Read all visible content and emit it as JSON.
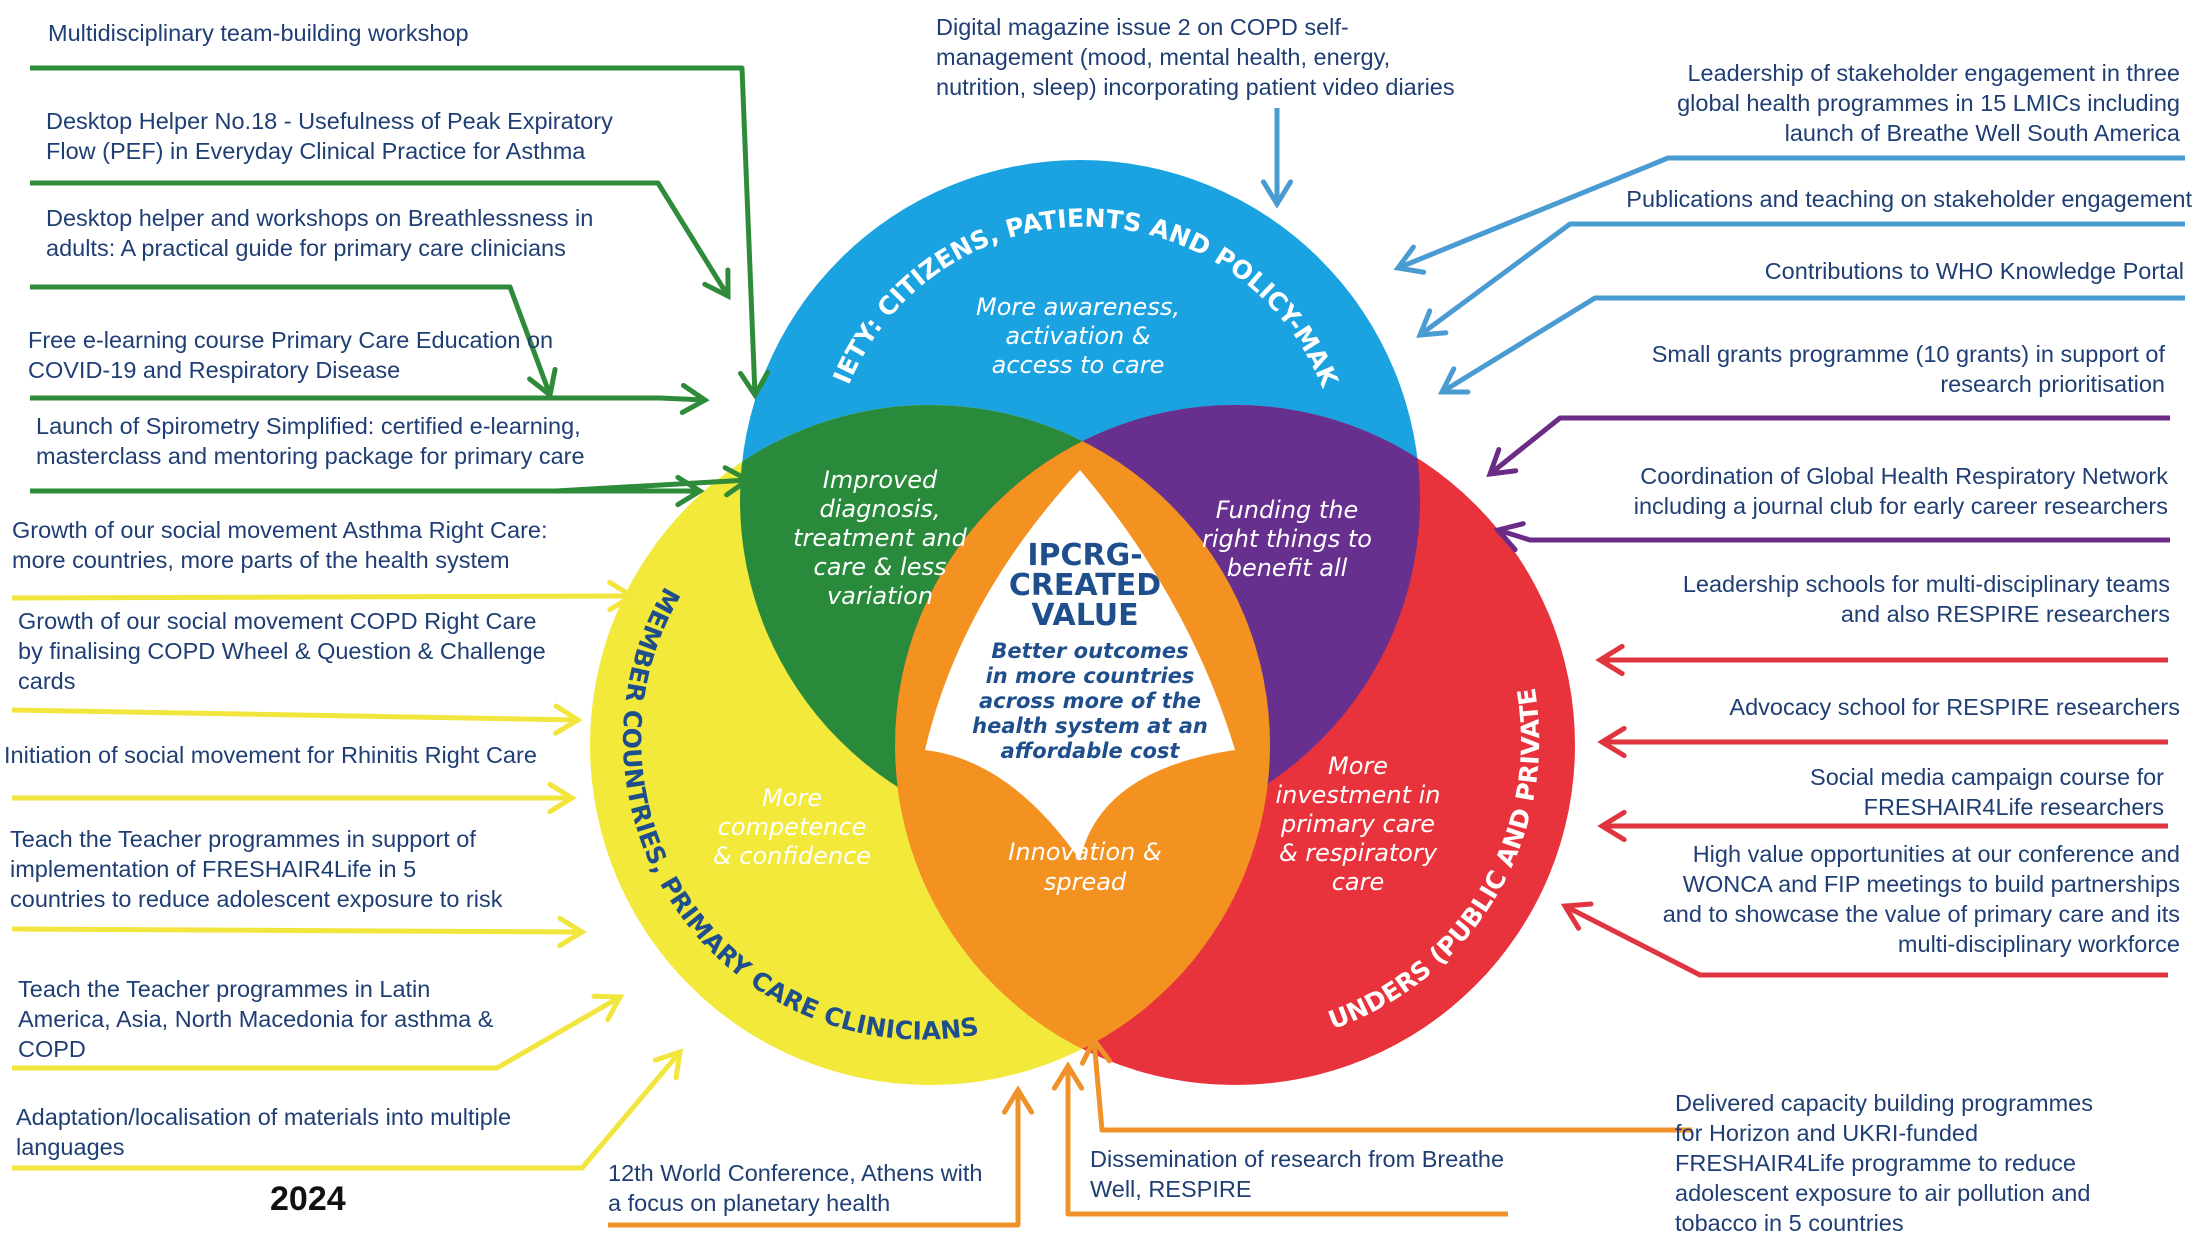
{
  "year_label": "2024",
  "colors": {
    "blue": "#1aa3e0",
    "yellow": "#f2e93a",
    "red": "#e8333c",
    "green": "#2a8a3c",
    "purple": "#67308f",
    "orange": "#f39121",
    "navy": "#1f3e74",
    "arrow_green": "#2e8b3a",
    "arrow_yellow": "#f2e53d",
    "arrow_blue": "#4a9bd2",
    "arrow_purple": "#6b2c86",
    "arrow_red": "#e0353f",
    "arrow_orange": "#f0922a"
  },
  "venn": {
    "society_arc": "SOCIETY: CITIZENS, PATIENTS AND POLICY-MAKERS",
    "members_arc": "MEMBER COUNTRIES, PRIMARY CARE CLINICIANS",
    "funders_arc": "FUNDERS (PUBLIC AND PRIVATE)",
    "society_text": [
      "More awareness,",
      "activation &",
      "access to care"
    ],
    "members_text": [
      "More",
      "competence",
      "& confidence"
    ],
    "funders_text": [
      "More",
      "investment in",
      "primary care",
      "& respiratory",
      "care"
    ],
    "green_text": [
      "Improved",
      "diagnosis,",
      "treatment and",
      "care & less",
      "variation"
    ],
    "purple_text": [
      "Funding the",
      "right things to",
      "benefit all"
    ],
    "orange_text": [
      "Innovation &",
      "spread"
    ],
    "center_title": [
      "IPCRG-",
      "CREATED",
      "VALUE"
    ],
    "center_sub": [
      "Better outcomes",
      "in more countries",
      "across more of the",
      "health system at an",
      "affordable cost"
    ]
  },
  "left_items": [
    "Multidisciplinary team-building workshop",
    "Desktop Helper No.18 - Usefulness of Peak Expiratory\nFlow (PEF) in Everyday Clinical Practice for Asthma",
    "Desktop helper and workshops on Breathlessness in\nadults: A practical guide for primary care clinicians",
    "Free e-learning course Primary Care Education on\nCOVID-19 and Respiratory Disease",
    "Launch of Spirometry Simplified: certified e-learning,\nmasterclass and mentoring package for primary care",
    "Growth of our social movement Asthma Right Care:\nmore countries, more parts of the health system",
    "Growth of our social movement COPD  Right Care\nby finalising COPD Wheel & Question & Challenge\ncards",
    "Initiation of social movement for Rhinitis Right Care",
    "Teach the Teacher programmes in support of\nimplementation of FRESHAIR4Life in 5\ncountries to reduce adolescent exposure to risk",
    "Teach the Teacher programmes in Latin\nAmerica, Asia, North Macedonia for asthma &\nCOPD",
    "Adaptation/localisation of materials into multiple\nlanguages"
  ],
  "top_item": "Digital magazine issue 2 on COPD self-\nmanagement (mood, mental health, energy,\nnutrition, sleep) incorporating patient video diaries",
  "right_items": [
    "Leadership of stakeholder engagement in three\nglobal health programmes in 15 LMICs including\nlaunch of Breathe Well South America",
    "Publications and teaching on stakeholder engagement",
    "Contributions to WHO Knowledge Portal",
    "Small grants programme (10 grants) in support of\nresearch prioritisation",
    "Coordination of Global Health Respiratory Network\nincluding a journal club for early career researchers",
    "Leadership schools for multi-disciplinary teams\nand also RESPIRE researchers",
    "Advocacy school for RESPIRE researchers",
    "Social media campaign course for\nFRESHAIR4Life researchers",
    "High value opportunities at our conference and\nWONCA and FIP meetings to build partnerships\nand to showcase the value of primary care and its\nmulti-disciplinary workforce"
  ],
  "bottom_items": [
    "12th World Conference, Athens with\na focus on planetary health",
    "Dissemination of research from Breathe\nWell, RESPIRE",
    "Delivered capacity building programmes\nfor Horizon and UKRI-funded\nFRESHAIR4Life programme to reduce\nadolescent exposure to air pollution and\ntobacco in 5 countries"
  ]
}
